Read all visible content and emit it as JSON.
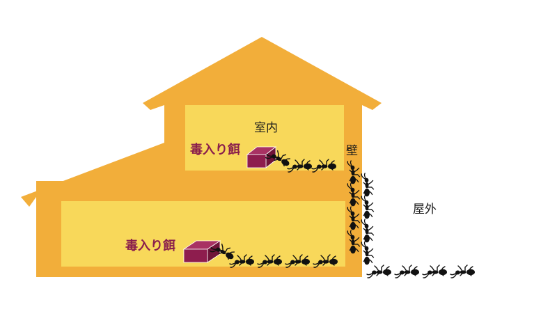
{
  "labels": {
    "indoor": "室内",
    "wall": "壁",
    "outdoor": "屋外",
    "bait_upper": "毒入り餌",
    "bait_lower": "毒入り餌"
  },
  "colors": {
    "house": "#F2AE3A",
    "room": "#F8D85A",
    "bait_box": "#8E1D4E",
    "bait_text": "#8A1F4C",
    "ant": "#111111"
  },
  "icons": {
    "ant": "ant-icon",
    "bait": "bait-box-icon"
  }
}
